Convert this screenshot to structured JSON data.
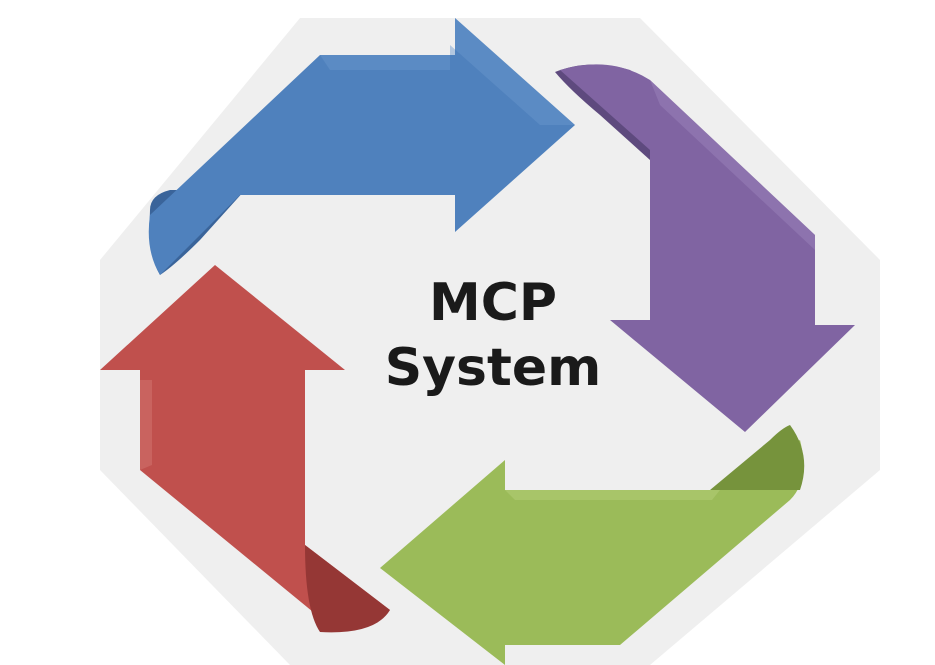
{
  "diagram": {
    "label_line1": "MCP",
    "label_line2": "System"
  },
  "colors": {
    "blue": "#4f81bd",
    "blue_dark": "#3a649a",
    "purple": "#8064a2",
    "purple_dark": "#5e4a7e",
    "green": "#9bbb59",
    "green_dark": "#76933c",
    "red": "#c0504d",
    "red_dark": "#953735",
    "background": "#efefef"
  },
  "icons": {
    "top": "arrow-right-blue",
    "right": "arrow-down-purple",
    "bottom": "arrow-left-green",
    "left": "arrow-up-red"
  }
}
